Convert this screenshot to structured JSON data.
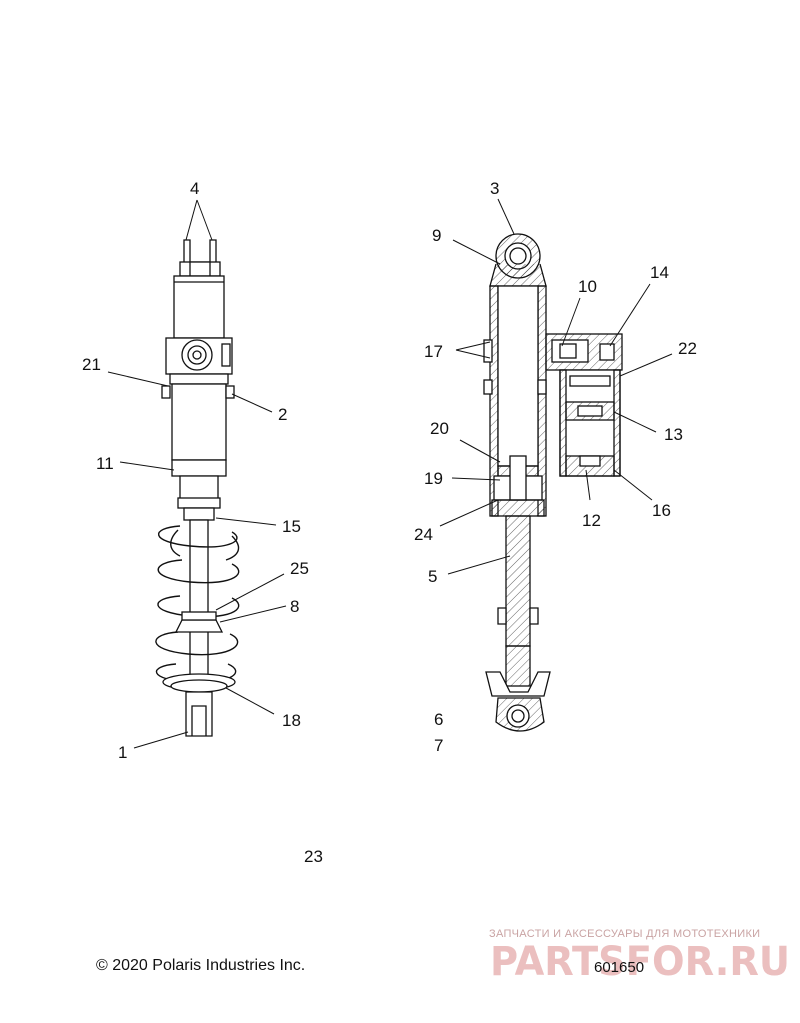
{
  "callouts": {
    "c1": "1",
    "c2": "2",
    "c3": "3",
    "c4": "4",
    "c5": "5",
    "c6": "6",
    "c7": "7",
    "c8": "8",
    "c9": "9",
    "c10": "10",
    "c11": "11",
    "c12": "12",
    "c13": "13",
    "c14": "14",
    "c15": "15",
    "c16": "16",
    "c17": "17",
    "c18": "18",
    "c19": "19",
    "c20": "20",
    "c21": "21",
    "c22": "22",
    "c23": "23",
    "c24": "24",
    "c25": "25"
  },
  "footer": {
    "copyright": "© 2020 Polaris Industries Inc.",
    "diagram_number": "601650"
  },
  "watermark": {
    "tagline": "ЗАПЧАСТИ И АКСЕССУАРЫ ДЛЯ МОТОТЕХНИКИ",
    "logo_text": "PARTSFOR.RU",
    "color": "#e8b4b4"
  }
}
